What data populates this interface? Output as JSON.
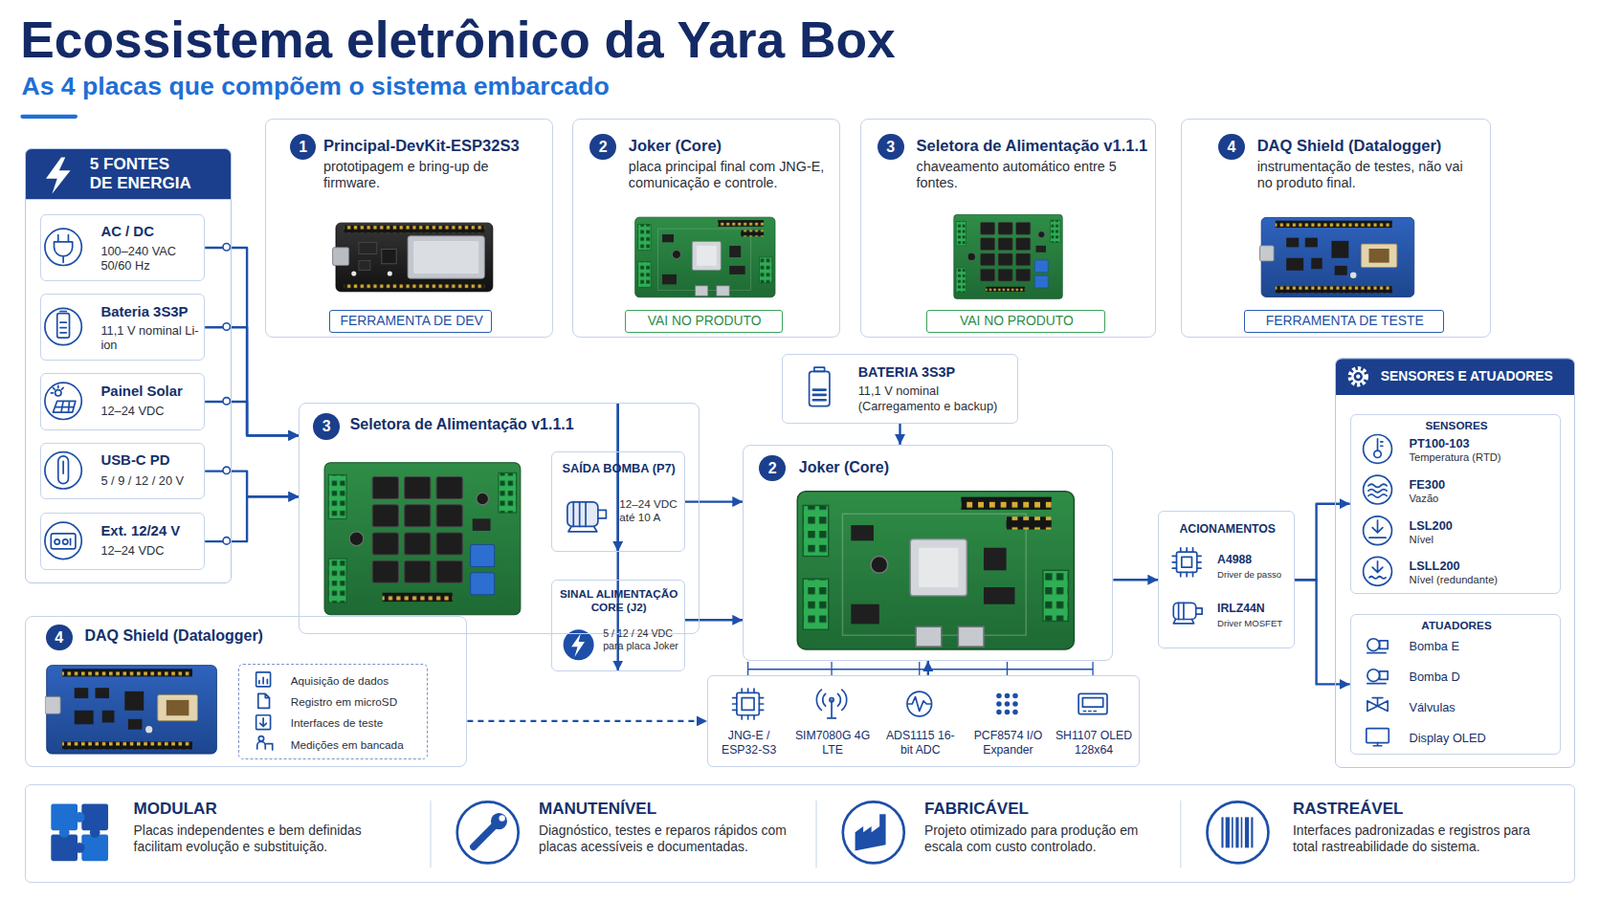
{
  "diagram": {
    "title": "Ecossistema eletrônico da Yara Box",
    "nodes": [
      {
        "text": [
          "5 FONTES DE ENERGIA"
        ]
      },
      {
        "text": [
          "AC / DC",
          "100–240 VAC 50/60 Hz"
        ],
        "in": 0
      },
      {
        "text": [
          "Bateria 3S3P",
          "11,1 V nominal Li-ion"
        ],
        "in": 0
      },
      {
        "text": [
          "Painel Solar",
          "12–24 VDC"
        ],
        "in": 0
      },
      {
        "text": [
          "USB-C PD",
          "5 / 9 / 12 / 20 V"
        ],
        "in": 0
      },
      {
        "text": [
          "Ext. 12/24 V",
          "12–24 VDC"
        ],
        "in": 0
      },
      {
        "text": [
          "Principal-DevKit-ESP32S3",
          "prototipagem e bring-up de firmware."
        ]
      },
      {
        "text": [
          "1"
        ],
        "in": 6
      },
      {
        "text": [
          "FERRAMENTA DE DEV"
        ],
        "in": 6
      },
      {
        "text": [
          "Joker (Core)",
          "placa principal final com JNG-E, comunicação e controle."
        ]
      },
      {
        "text": [
          "2"
        ],
        "in": 9
      },
      {
        "text": [
          "VAI NO PRODUTO"
        ],
        "in": 9
      },
      {
        "text": [
          "Seletora de Alimentação v1.1.1",
          "chaveamento automático entre 5 fontes."
        ]
      },
      {
        "text": [
          "3"
        ],
        "in": 12
      },
      {
        "text": [
          "VAI NO PRODUTO"
        ],
        "in": 12
      },
      {
        "text": [
          "DAQ Shield (Datalogger)",
          "instrumentação de testes, não vai no produto final."
        ]
      },
      {
        "text": [
          "4"
        ],
        "in": 15
      },
      {
        "text": [
          "FERRAMENTA DE TESTE"
        ],
        "in": 15
      },
      {
        "text": [
          "BATERIA 3S3P",
          "11,1 V nominal (Carregamento e backup)"
        ]
      },
      {
        "text": [
          "Seletora de Alimentação v1.1.1"
        ]
      },
      {
        "text": [
          "3"
        ],
        "in": 19
      },
      {
        "text": [
          "SAÍDA BOMBA (P7)",
          "12–24 VDC até 10 A"
        ]
      },
      {
        "text": [
          "SINAL ALIMENTAÇÃO CORE (J2)",
          "5 / 12 / 24 VDC para placa Joker"
        ]
      },
      {
        "text": [
          "Joker (Core)"
        ]
      },
      {
        "text": [
          "2"
        ],
        "in": 23
      },
      {
        "text": [
          "JNG-E / ESP32-S3",
          "SIM7080G 4G LTE",
          "ADS1115 16-bit ADC",
          "PCF8574 I/O Expander",
          "SH1107 OLED 128x64"
        ]
      },
      {
        "text": [
          "ACIONAMENTOS",
          "A4988",
          "Driver de passo",
          "IRLZ44N",
          "Driver MOSFET"
        ]
      },
      {
        "text": [
          "SENSORES E ATUADORES"
        ]
      },
      {
        "text": [
          "SENSORES",
          "PT100-103",
          "Temperatura (RTD)",
          "FE300",
          "Vazão",
          "LSL200",
          "Nível",
          "LSLL200",
          "Nível (redundante)"
        ],
        "in": 27
      },
      {
        "text": [
          "ATUADORES",
          "Bomba E",
          "Bomba D",
          "Válvulas",
          "Display OLED"
        ],
        "in": 27
      },
      {
        "text": [
          "DAQ Shield (Datalogger)"
        ]
      },
      {
        "text": [
          "4"
        ],
        "in": 30
      },
      {
        "text": [
          "Aquisição de dados",
          "Registro em microSD",
          "Interfaces de teste",
          "Medições em bancada"
        ],
        "in": 30
      },
      {
        "text": [
          "MODULAR",
          "Placas independentes e bem definidas facilitam evolução e substituição.",
          "MANUTENÍVEL",
          "Diagnóstico, testes e reparos rápidos com placas acessíveis e documentadas.",
          "FABRICÁVEL",
          "Projeto otimizado para produção em escala com custo controlado.",
          "RASTREÁVEL",
          "Interfaces padronizadas e registros para total rastreabilidade do sistema."
        ]
      }
    ],
    "edges": [
      {
        "from": 1,
        "to": 19,
        "arrow": "to"
      },
      {
        "from": 2,
        "to": 19,
        "arrow": "to"
      },
      {
        "from": 3,
        "to": 19,
        "arrow": "to"
      },
      {
        "from": 4,
        "to": 19,
        "arrow": "to"
      },
      {
        "from": 5,
        "to": 19,
        "arrow": "to"
      },
      {
        "from": 19,
        "to": 21,
        "arrow": "to"
      },
      {
        "from": 19,
        "to": 22,
        "arrow": "to"
      },
      {
        "from": 21,
        "to": 23,
        "arrow": "to"
      },
      {
        "from": 22,
        "to": 23,
        "arrow": "to"
      },
      {
        "from": 18,
        "to": 23,
        "arrow": "to"
      },
      {
        "from": 25,
        "to": 23,
        "arrow": "to"
      },
      {
        "from": 23,
        "to": 26,
        "arrow": "to"
      },
      {
        "from": 26,
        "to": 28,
        "arrow": "to"
      },
      {
        "from": 26,
        "to": 29,
        "arrow": "to"
      },
      {
        "from": 30,
        "to": 25,
        "arrow": "to"
      }
    ],
    "labels": [
      "As 4 placas que compõem o sistema embarcado"
    ]
  }
}
